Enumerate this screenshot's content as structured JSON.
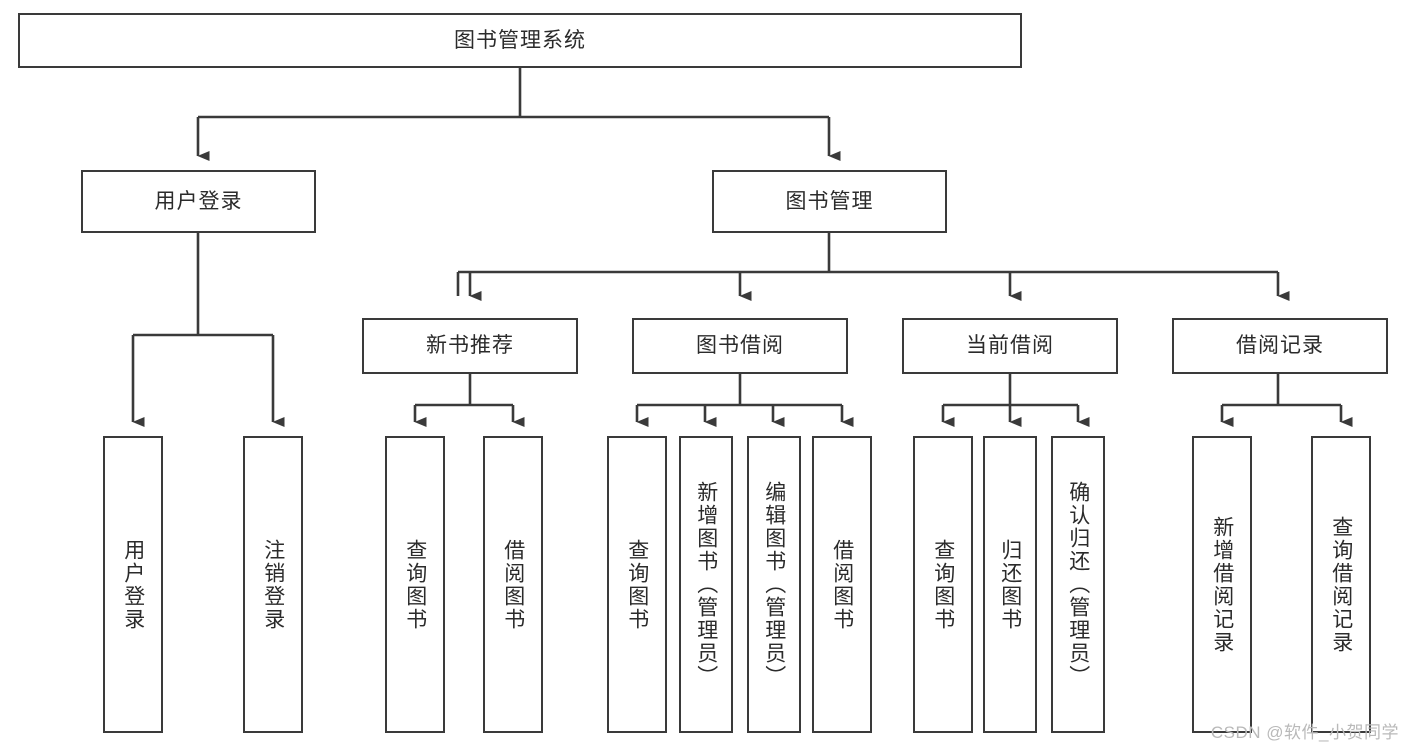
{
  "diagram": {
    "title": "图书管理系统",
    "type": "tree-hierarchy-flowchart",
    "colors": {
      "background": "#ffffff",
      "box_border": "#3a3a3a",
      "box_fill": "#ffffff",
      "text": "#2b2b2b",
      "connector": "#3a3a3a",
      "watermark": "#b9b9b9"
    },
    "root": {
      "label": "图书管理系统"
    },
    "level2": [
      {
        "label": "用户登录"
      },
      {
        "label": "图书管理"
      }
    ],
    "level3": [
      {
        "label": "新书推荐"
      },
      {
        "label": "图书借阅"
      },
      {
        "label": "当前借阅"
      },
      {
        "label": "借阅记录"
      }
    ],
    "leaves": {
      "user_login": [
        {
          "label": "用户登录"
        },
        {
          "label": "注销登录"
        }
      ],
      "new_book_recommend": [
        {
          "label": "查询图书"
        },
        {
          "label": "借阅图书"
        }
      ],
      "book_borrow": [
        {
          "label": "查询图书"
        },
        {
          "label": "新增图书（管理员）"
        },
        {
          "label": "编辑图书（管理员）"
        },
        {
          "label": "借阅图书"
        }
      ],
      "current_borrow": [
        {
          "label": "查询图书"
        },
        {
          "label": "归还图书"
        },
        {
          "label": "确认归还（管理员）"
        }
      ],
      "borrow_record": [
        {
          "label": "新增借阅记录"
        },
        {
          "label": "查询借阅记录"
        }
      ]
    },
    "watermark": "CSDN @软件_小贺同学"
  }
}
